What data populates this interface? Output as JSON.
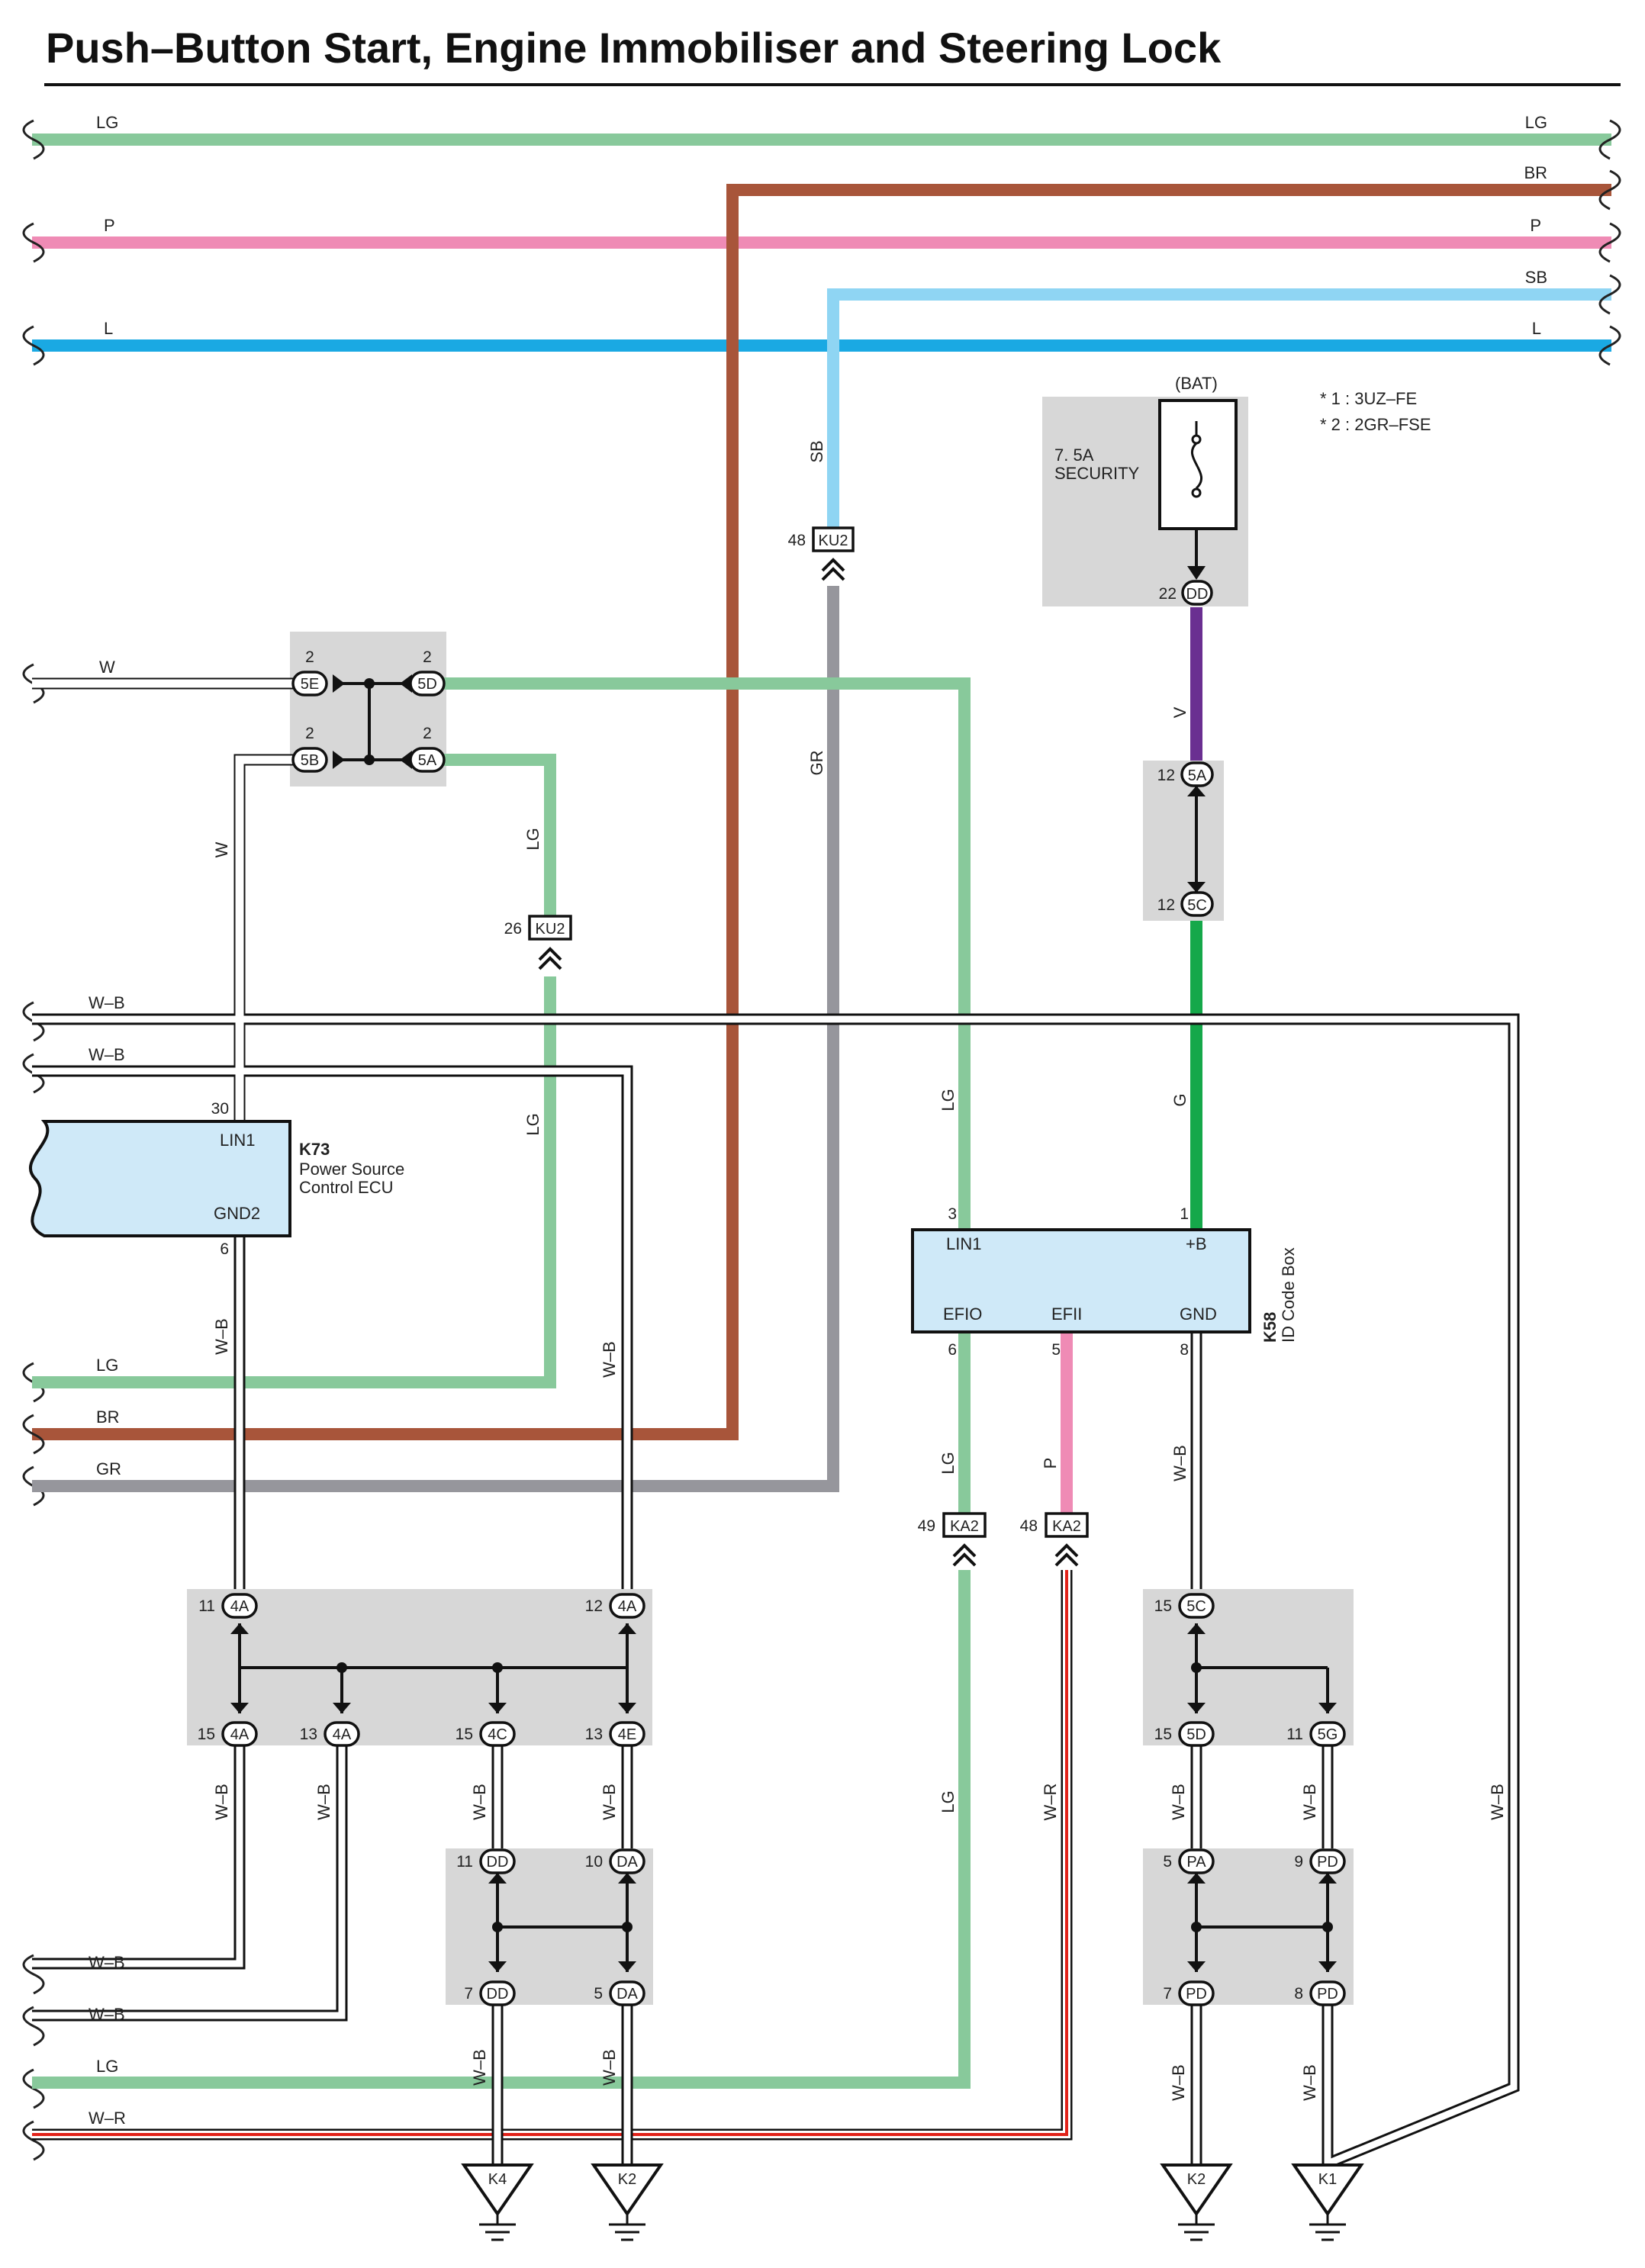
{
  "title": "Push–Button Start, Engine Immobiliser and Steering Lock",
  "notes": [
    "* 1 : 3UZ–FE",
    "* 2 : 2GR–FSE"
  ],
  "colors": {
    "LG": "#88c99b",
    "BR": "#a8553a",
    "P": "#ef8bb5",
    "SB": "#8fd5f3",
    "L": "#1aa9e3",
    "GR": "#96969c",
    "V": "#6a2f91",
    "G": "#15a84a",
    "R": "#e2231a",
    "W-B": "#111111",
    "W": "#ffffff",
    "box": "#d7d7d7",
    "ecu": "#cfe9f8"
  },
  "top_bus": [
    {
      "code": "LG",
      "left": "LG",
      "right": "LG"
    },
    {
      "code": "BR",
      "left": "",
      "right": "BR"
    },
    {
      "code": "P",
      "left": "P",
      "right": "P"
    },
    {
      "code": "SB",
      "left": "",
      "right": "SB"
    },
    {
      "code": "L",
      "left": "L",
      "right": "L"
    }
  ],
  "fuse": {
    "source": "(BAT)",
    "rating": "7. 5A",
    "name": "SECURITY",
    "pin": "22",
    "connector": "DD"
  },
  "wire_labels": {
    "w_in": "W",
    "w_down": "W",
    "lg_a": "LG",
    "lg_b": "LG",
    "sb": "SB",
    "gr": "GR",
    "lg_c": "LG",
    "v": "V",
    "g": "G",
    "wb_in1": "W–B",
    "wb_in2": "W–B",
    "wb_k73": "W–B",
    "wb_col2": "W–B",
    "lg_in": "LG",
    "br_in": "BR",
    "gr_in": "GR",
    "lg_efio": "LG",
    "p_efii": "P",
    "wb_gnd": "W–B",
    "wb_right": "W–B",
    "lg_long": "LG",
    "wr": "W–R",
    "wb_a": "W–B",
    "wb_b": "W–B",
    "wb_c": "W–B",
    "wb_d": "W–B",
    "wb_e": "W–B",
    "wb_f": "W–B",
    "wb_g": "W–B",
    "wb_h": "W–B",
    "wb_i": "W–B",
    "wb_j": "W–B",
    "wb_out1": "W–B",
    "wb_out2": "W–B",
    "lg_out": "LG",
    "wr_out": "W–R"
  },
  "splice_top": {
    "pins": [
      "2",
      "2",
      "2",
      "2"
    ],
    "connectors": [
      "5E",
      "5D",
      "5B",
      "5A"
    ]
  },
  "ku2_a": {
    "pin": "26",
    "name": "KU2"
  },
  "ku2_b": {
    "pin": "48",
    "name": "KU2"
  },
  "ka2_a": {
    "pin": "49",
    "name": "KA2"
  },
  "ka2_b": {
    "pin": "48",
    "name": "KA2"
  },
  "k73": {
    "code": "K73",
    "line1": "Power Source",
    "line2": "Control ECU",
    "pin_top": "30",
    "pin_top_name": "LIN1",
    "pin_bot": "6",
    "pin_bot_name": "GND2"
  },
  "k58": {
    "code": "K58",
    "name": "ID Code Box",
    "pins": [
      {
        "num": "3",
        "name": "LIN1"
      },
      {
        "num": "1",
        "name": "+B"
      },
      {
        "num": "6",
        "name": "EFIO"
      },
      {
        "num": "5",
        "name": "EFII"
      },
      {
        "num": "8",
        "name": "GND"
      }
    ]
  },
  "v_splice": {
    "pins": [
      "12",
      "12"
    ],
    "connectors": [
      "5A",
      "5C"
    ]
  },
  "left_splice": {
    "pins": [
      "11",
      "12",
      "15",
      "13",
      "15",
      "13"
    ],
    "connectors": [
      "4A",
      "4A",
      "4A",
      "4A",
      "4C",
      "4E"
    ]
  },
  "left_low_splice": {
    "pins": [
      "11",
      "10",
      "7",
      "5"
    ],
    "connectors": [
      "DD",
      "DA",
      "DD",
      "DA"
    ]
  },
  "right_splice": {
    "pins": [
      "15",
      "15",
      "11"
    ],
    "connectors": [
      "5C",
      "5D",
      "5G"
    ]
  },
  "right_low_splice": {
    "pins": [
      "5",
      "9",
      "7",
      "8"
    ],
    "connectors": [
      "PA",
      "PD",
      "PD",
      "PD"
    ]
  },
  "grounds": [
    "K4",
    "K2",
    "K2",
    "K1"
  ]
}
